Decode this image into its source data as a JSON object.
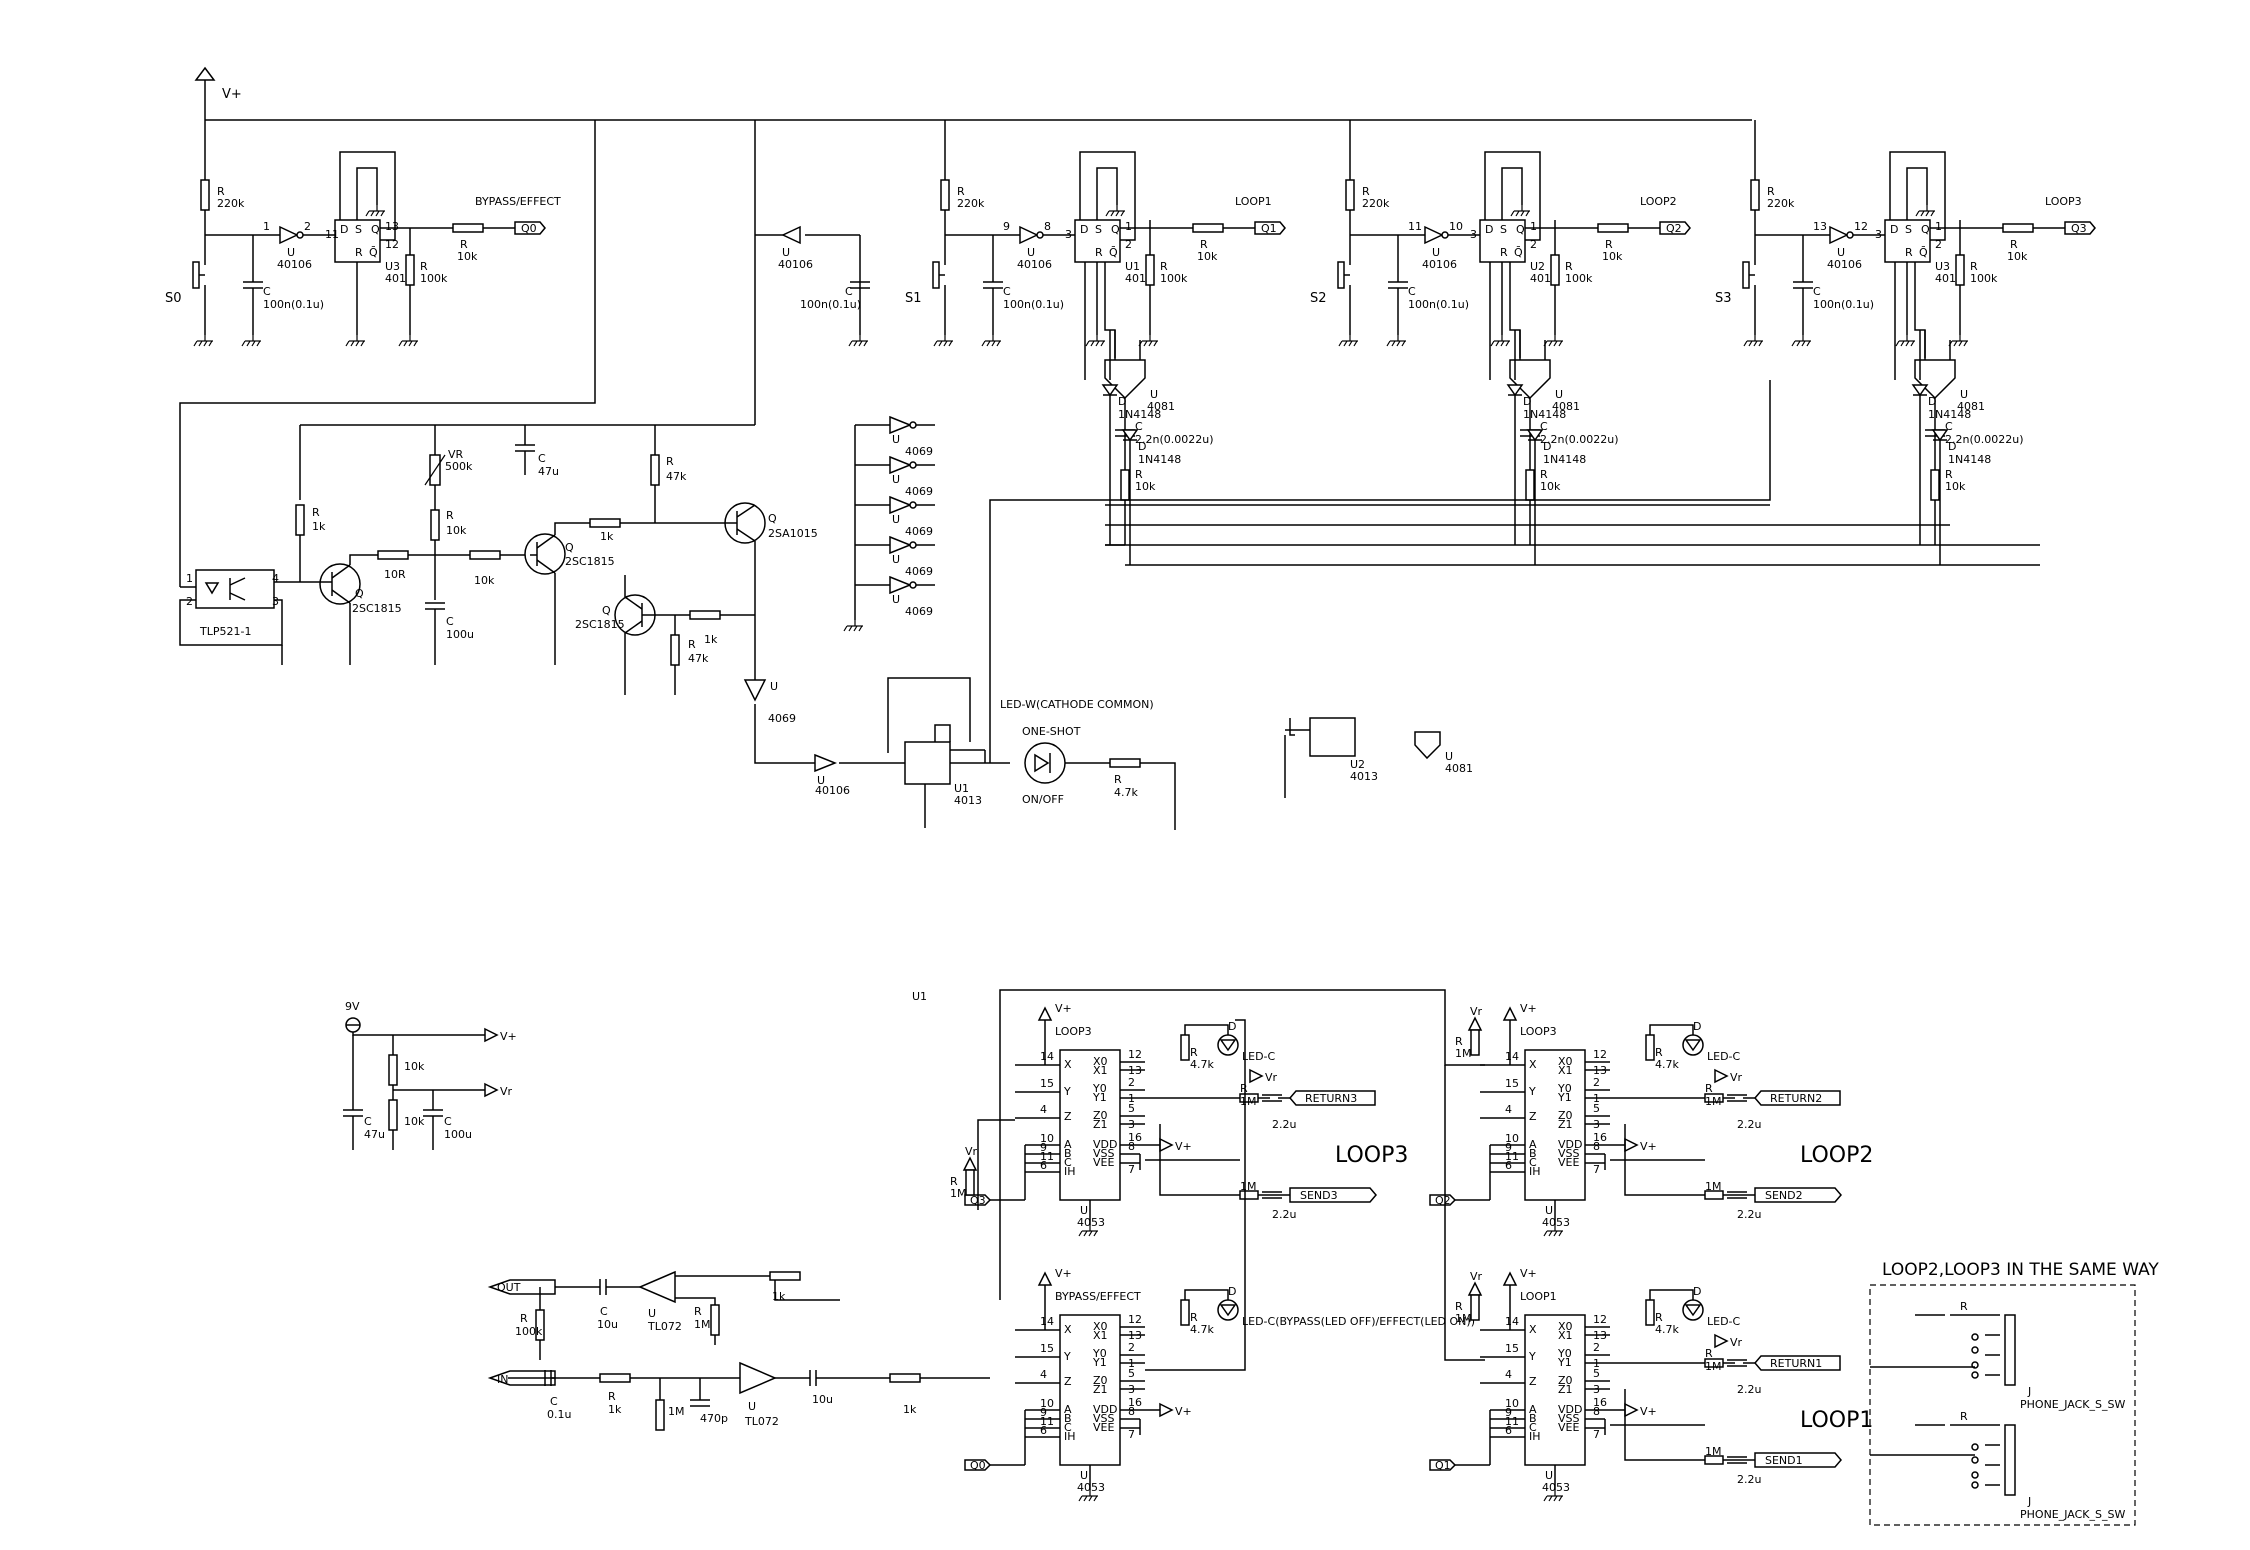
{
  "supply": {
    "vplus": "V+",
    "vr": "Vr",
    "nine_v": "9V"
  },
  "nets": {
    "q0": "Q0",
    "q1": "Q1",
    "q2": "Q2",
    "q3": "Q3",
    "out": "OUT",
    "in": "IN",
    "return1": "RETURN1",
    "return2": "RETURN2",
    "return3": "RETURN3",
    "send1": "SEND1",
    "send2": "SEND2",
    "send3": "SEND3"
  },
  "labels": {
    "bypass_effect": "BYPASS/EFFECT",
    "loop1": "LOOP1",
    "loop2": "LOOP2",
    "loop3": "LOOP3",
    "led_w": "LED-W(CATHODE COMMON)",
    "one_shot": "ONE-SHOT",
    "on_off": "ON/OFF",
    "led_c": "LED-C",
    "led_c_bypass": "LED-C(BYPASS(LED OFF)/EFFECT(LED ON))",
    "same_way": "LOOP2,LOOP3 IN THE SAME WAY",
    "phone_jack": "PHONE_JACK_S_SW"
  },
  "switches": {
    "s0": "S0",
    "s1": "S1",
    "s2": "S2",
    "s3": "S3"
  },
  "parts": {
    "r": "R",
    "c": "C",
    "u": "U",
    "d": "D",
    "q": "Q",
    "j": "J",
    "vr_pot": "VR",
    "r220k": "220k",
    "r100k": "100k",
    "r10k": "10k",
    "r1k": "1k",
    "r47k": "47k",
    "r10r": "10R",
    "r4_7k": "4.7k",
    "r1m": "1M",
    "r500k": "500k",
    "c100n": "100n(0.1u)",
    "c2_2n": "2.2n(0.0022u)",
    "c47u": "47u",
    "c100u": "100u",
    "c10u": "10u",
    "c2_2u": "2.2u",
    "c0_1u": "0.1u",
    "c470p": "470p",
    "ic40106": "40106",
    "ic4013": "4013",
    "ic4069": "4069",
    "ic4081": "4081",
    "ic4053": "4053",
    "ictl072": "TL072",
    "u1": "U1",
    "u2": "U2",
    "u3": "U3",
    "d1n4148": "1N4148",
    "tlp": "TLP521-1",
    "q2sc1815": "2SC1815",
    "q2sa1015": "2SA1015"
  },
  "pins": {
    "d": "D",
    "s": "S",
    "q": "Q",
    "r": "R",
    "qb": "Q̄",
    "x": "X",
    "y": "Y",
    "z": "Z",
    "x0": "X0",
    "x1": "X1",
    "y0": "Y0",
    "y1": "Y1",
    "z0": "Z0",
    "z1": "Z1",
    "a": "A",
    "b": "B",
    "cc": "C",
    "ih": "IH",
    "vdd": "VDD",
    "vss": "VSS",
    "vee": "VEE",
    "p1": "1",
    "p2": "2",
    "p3": "3",
    "p4": "4",
    "p5": "5",
    "p6": "6",
    "p7": "7",
    "p8": "8",
    "p9": "9",
    "p10": "10",
    "p11": "11",
    "p12": "12",
    "p13": "13",
    "p14": "14",
    "p15": "15",
    "p16": "16"
  }
}
